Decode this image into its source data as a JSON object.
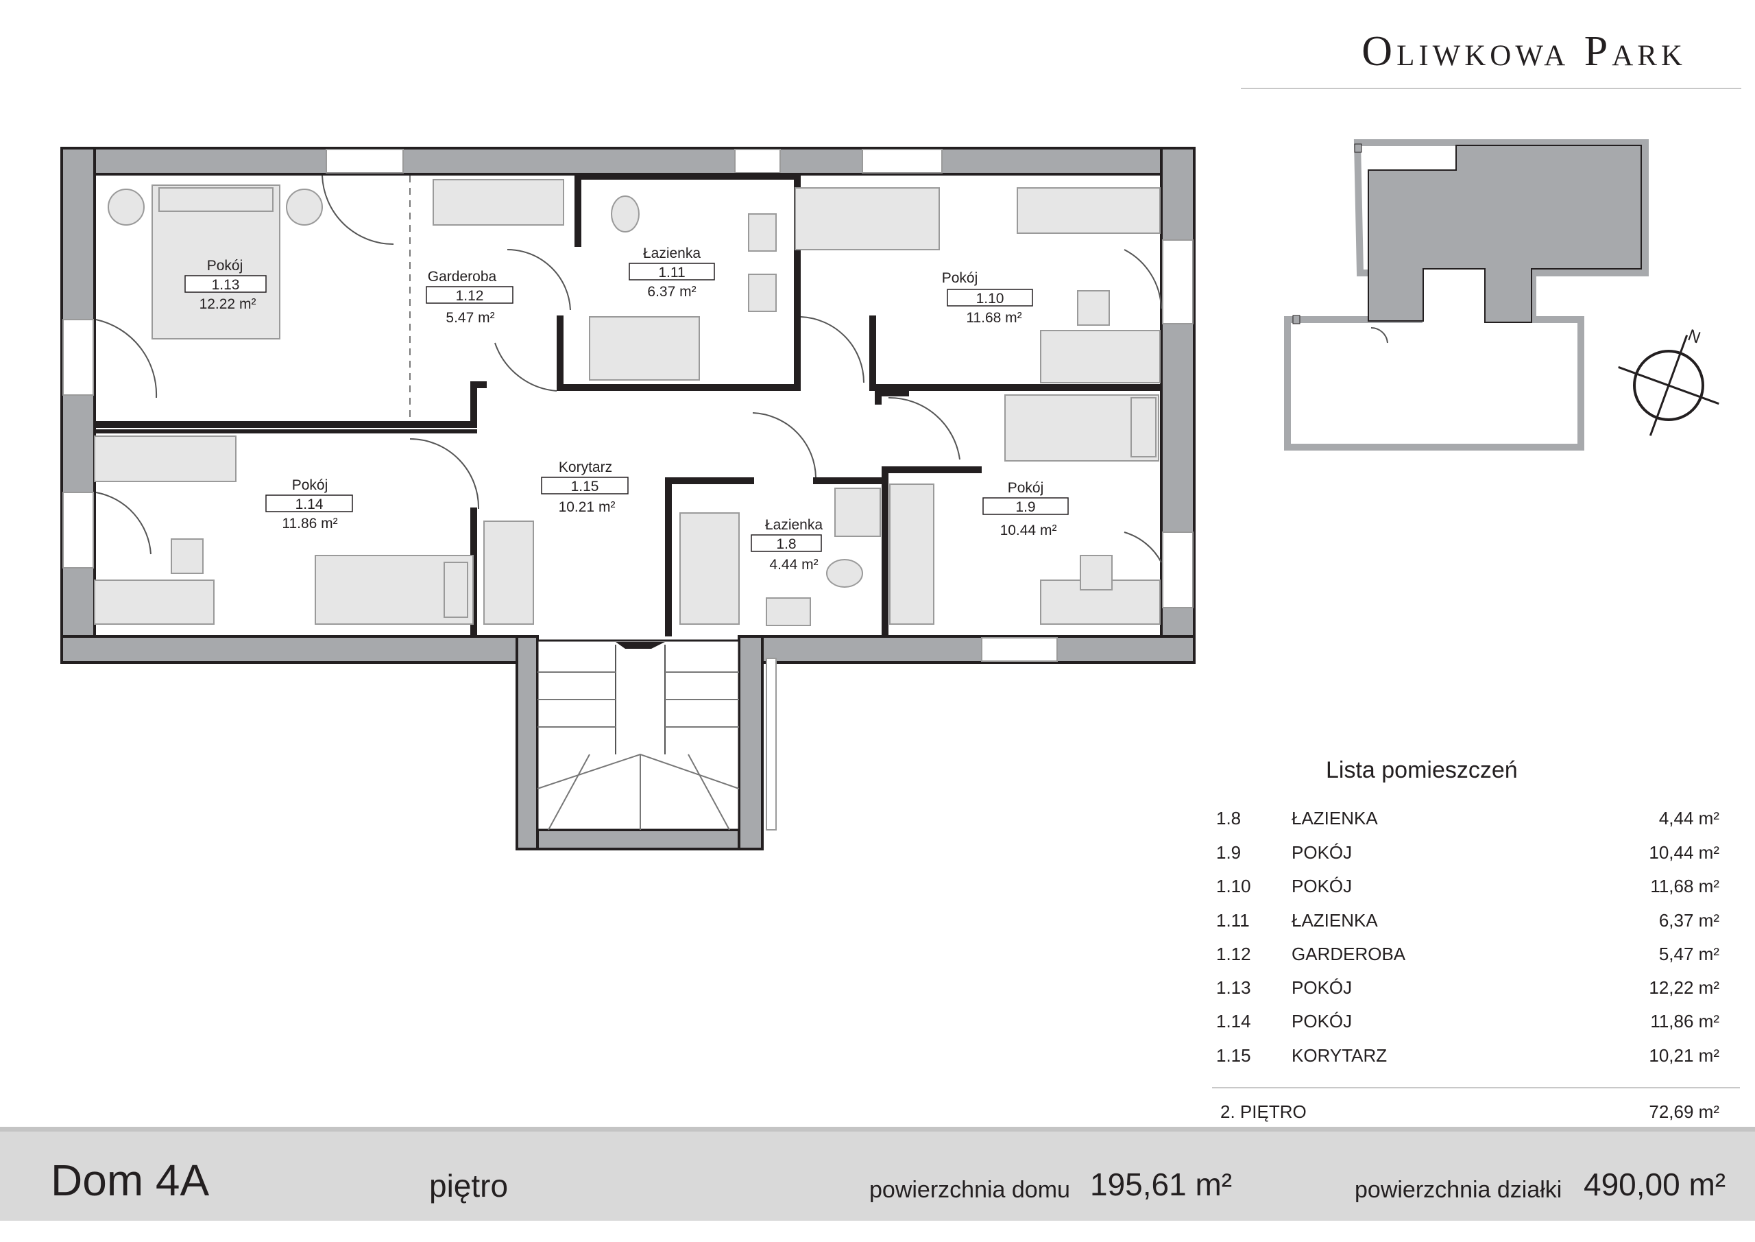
{
  "brand": "Oliwkowa Park",
  "plan_labels": [
    {
      "name": "Pokój",
      "number": "1.13",
      "area": "12.22 m²"
    },
    {
      "name": "Garderoba",
      "number": "1.12",
      "area": "5.47 m²"
    },
    {
      "name": "Łazienka",
      "number": "1.11",
      "area": "6.37 m²"
    },
    {
      "name": "Pokój",
      "number": "1.10",
      "area": "11.68 m²"
    },
    {
      "name": "Pokój",
      "number": "1.14",
      "area": "11.86 m²"
    },
    {
      "name": "Korytarz",
      "number": "1.15",
      "area": "10.21 m²"
    },
    {
      "name": "Łazienka",
      "number": "1.8",
      "area": "4.44 m²"
    },
    {
      "name": "Pokój",
      "number": "1.9",
      "area": "10.44 m²"
    }
  ],
  "compass": {
    "north_label": "N"
  },
  "rooms_list": {
    "title": "Lista pomieszczeń",
    "rows": [
      {
        "number": "1.8",
        "name": "ŁAZIENKA",
        "area": "4,44 m²"
      },
      {
        "number": "1.9",
        "name": "POKÓJ",
        "area": "10,44 m²"
      },
      {
        "number": "1.10",
        "name": "POKÓJ",
        "area": "11,68 m²"
      },
      {
        "number": "1.11",
        "name": "ŁAZIENKA",
        "area": "6,37 m²"
      },
      {
        "number": "1.12",
        "name": "GARDEROBA",
        "area": "5,47 m²"
      },
      {
        "number": "1.13",
        "name": "POKÓJ",
        "area": "12,22 m²"
      },
      {
        "number": "1.14",
        "name": "POKÓJ",
        "area": "11,86 m²"
      },
      {
        "number": "1.15",
        "name": "KORYTARZ",
        "area": "10,21 m²"
      }
    ],
    "total": {
      "label": "2. PIĘTRO",
      "area": "72,69 m²"
    }
  },
  "footer": {
    "house": "Dom 4A",
    "floor": "piętro",
    "house_area_label": "powierzchnia domu",
    "house_area_value": "195,61 m²",
    "plot_area_label": "powierzchnia działki",
    "plot_area_value": "490,00 m²"
  },
  "colors": {
    "wall_fill": "#a7a9ac",
    "wall_outline": "#231f20",
    "furniture": "#e6e6e6",
    "footer_band": "#d9d9d9"
  }
}
